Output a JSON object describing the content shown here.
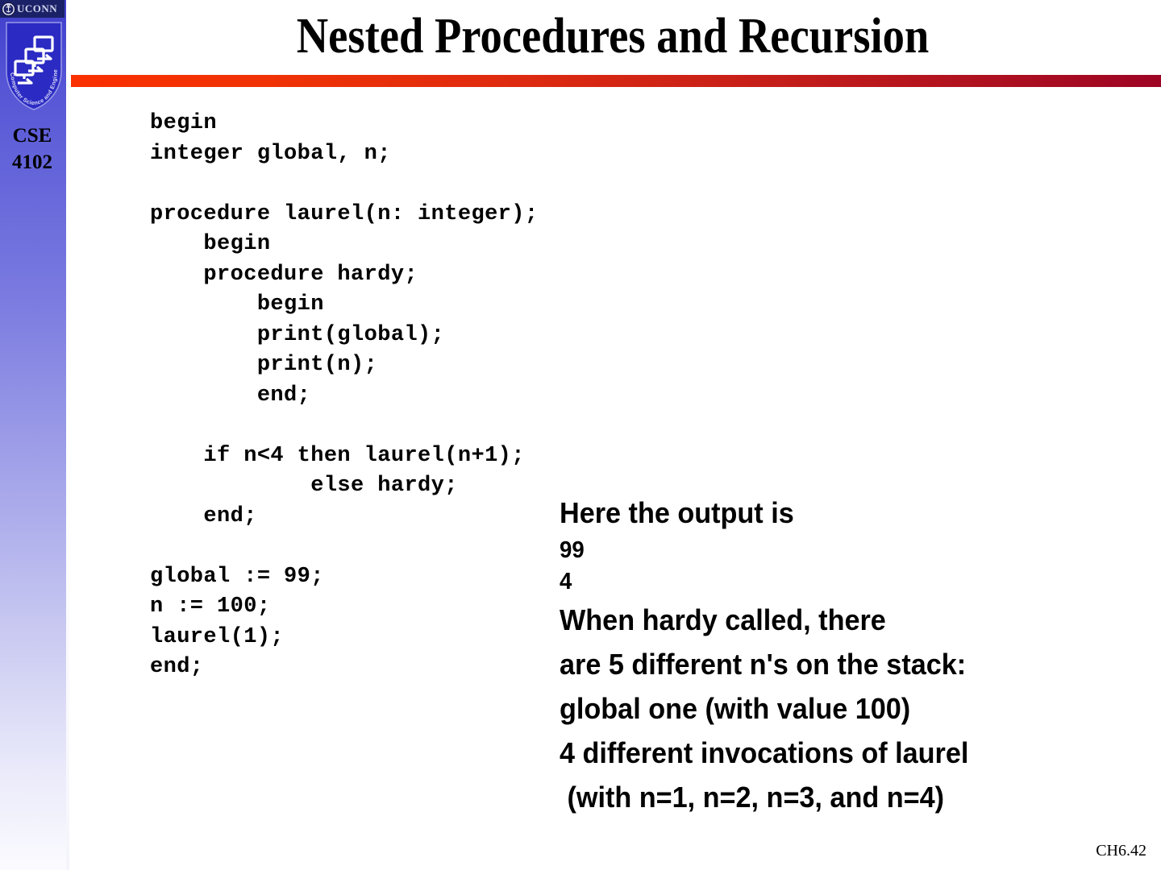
{
  "slide": {
    "title": "Nested Procedures and Recursion",
    "footer_code": "CH6.42",
    "accent_rule_start": "#fa3000",
    "accent_rule_end": "#9e0524",
    "sidebar_top_color": "#3d3dcd",
    "sidebar_bottom_color": "#fbfbff"
  },
  "sidebar": {
    "banner_word": "UCONN",
    "seal_icon": "uconn-seal-icon",
    "shield_icon": "cse-shield-logo-icon",
    "shield_curved_text": "Computer Science and Engineering",
    "course_line1": "CSE",
    "course_line2": "4102"
  },
  "code": {
    "language": "pascal-like pseudocode",
    "lines": [
      "begin",
      "integer global, n;",
      "",
      "procedure laurel(n: integer);",
      "    begin",
      "    procedure hardy;",
      "        begin",
      "        print(global);",
      "        print(n);",
      "        end;",
      "",
      "    if n<4 then laurel(n+1);",
      "            else hardy;",
      "    end;",
      "",
      "global := 99;",
      "n := 100;",
      "laurel(1);",
      "end;"
    ]
  },
  "explanation": {
    "lines": [
      {
        "text": "Here the output is",
        "size": "large"
      },
      {
        "text": "99",
        "size": "small"
      },
      {
        "text": "4",
        "size": "small"
      },
      {
        "text": "When hardy called, there",
        "size": "large"
      },
      {
        "text": "are 5 different n's on the stack:",
        "size": "large"
      },
      {
        "text": "global one (with value 100)",
        "size": "large"
      },
      {
        "text": "4 different invocations of laurel",
        "size": "large"
      },
      {
        "text": " (with n=1, n=2, n=3, and n=4)",
        "size": "large"
      }
    ]
  }
}
